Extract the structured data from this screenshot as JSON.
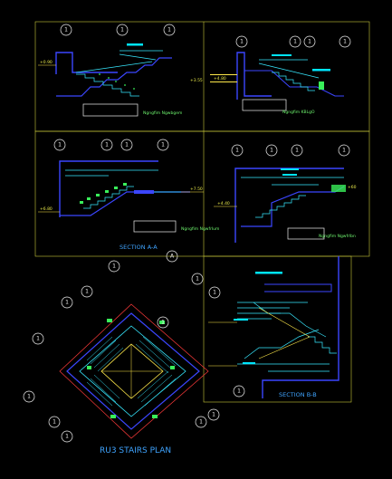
{
  "drawing": {
    "background": "#000000",
    "colors": {
      "frame": "#c9c93a",
      "wall": "#3b46ff",
      "stair": "#37e8ff",
      "hatch": "#39f05a",
      "dim": "#ffe94a",
      "text": "#6df26d",
      "bubble": "#f0f0f0",
      "cyan_tag": "#00e5ff",
      "red_edge": "#ff3b3b"
    },
    "section_labels": {
      "top_left": "Ngngfim  Ngwbgem",
      "top_right": "Ngngfim  KBLgO",
      "middle_left": "Ngngfim  Ngwfrlum",
      "middle_right": "Ngngfim  Ngwfrlbn"
    },
    "titles": {
      "section_aa": "SECTION A-A",
      "section_bb": "SECTION B-B",
      "plan": "RU3 STAIRS PLAN"
    },
    "elevations": {
      "tl_left": "+0.90",
      "tr_left_a": "+3.55",
      "tr_left_b": "+4.80",
      "ml_right": "+7.50",
      "ml_left": "+6.80",
      "mr_left": "+4.40",
      "mr_right": "+60"
    },
    "grid_bubbles": [
      "1",
      "1",
      "1",
      "1",
      "1",
      "1",
      "1",
      "1",
      "1",
      "1",
      "1",
      "1",
      "1",
      "1",
      "A",
      "1",
      "1",
      "1",
      "1",
      "1",
      "1",
      "1",
      "1",
      "1",
      "1",
      "1",
      "1",
      "1",
      "1"
    ]
  }
}
